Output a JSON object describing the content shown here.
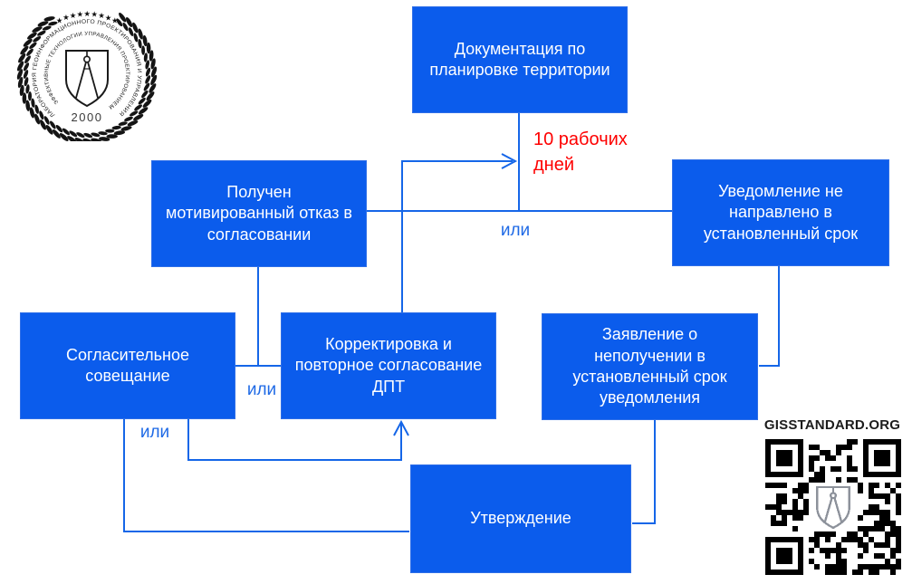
{
  "colors": {
    "box_fill": "#0b5cec",
    "box_border": "#2f6fe8",
    "connector_line": "#1566e8",
    "or_label": "#1f6ae6",
    "deadline_label": "#fe0000",
    "text_on_box": "#ffffff",
    "caption_text": "#1c1c1c"
  },
  "nodes": [
    {
      "id": "dpt_documentation",
      "label": "Документация по\nпланировке территории"
    },
    {
      "id": "motivated_refusal",
      "label": "Получен\nмотивированный отказ в\nсогласовании"
    },
    {
      "id": "notification_not_sent",
      "label": "Уведомление не\nнаправлено в\nустановленный срок"
    },
    {
      "id": "conciliation_meeting",
      "label": "Согласительное\nсовещание"
    },
    {
      "id": "correction_reapproval",
      "label": "Корректировка и\nповторное согласование\nДПТ"
    },
    {
      "id": "non_receipt_application",
      "label": "Заявление о\nнеполучении в\nустановленный срок\nуведомления"
    },
    {
      "id": "approval",
      "label": "Утверждение"
    }
  ],
  "labels": {
    "or": "или",
    "deadline": "10 рабочих дней"
  },
  "logo": {
    "outer_ring_text": "ЛАБОРАТОРИЯ ГЕОИНФОРМАЦИОННОГО ПРОЕКТИРОВАНИЯ И УПРАВЛЕНИЯ",
    "inner_ring_text": "ЭФФЕКТИВНЫЕ ТЕХНОЛОГИИ УПРАВЛЕНИЯ ПРОЕКТИРОВАНИЕМ",
    "year": "2000"
  },
  "footer": {
    "site": "GISSTANDARD.ORG"
  }
}
